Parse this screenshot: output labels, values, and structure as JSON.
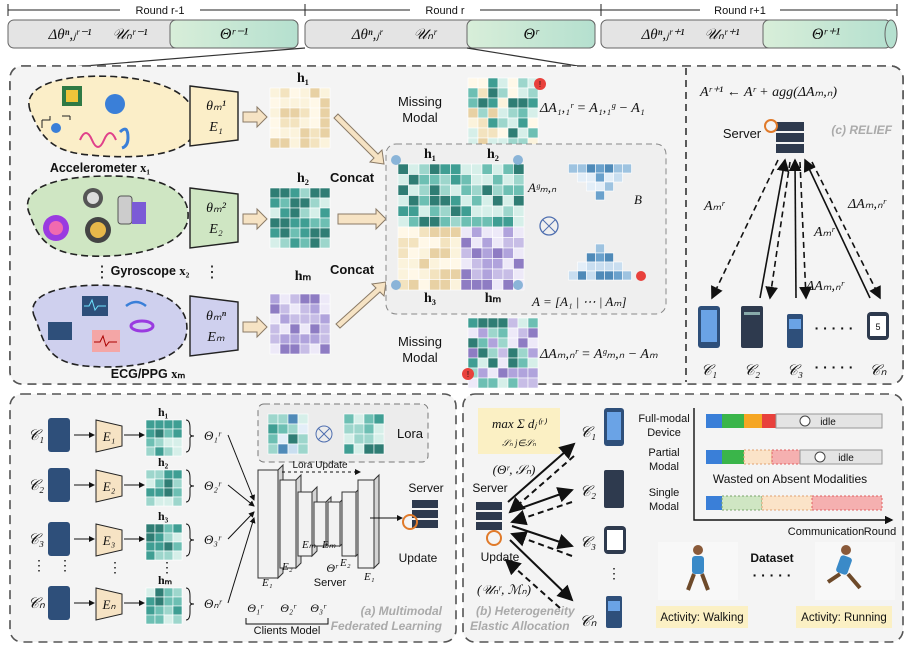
{
  "timeline": {
    "rounds": [
      "Round r-1",
      "Round r",
      "Round r+1"
    ],
    "segments": [
      {
        "delta": "Δθⁿ,ⱼʳ⁻¹",
        "u": "𝒰ₙʳ⁻¹",
        "theta": "Θʳ⁻¹"
      },
      {
        "delta": "Δθⁿ,ⱼʳ",
        "u": "𝒰ₙʳ",
        "theta": "Θʳ"
      },
      {
        "delta": "Δθⁿ,ⱼʳ⁺¹",
        "u": "𝒰ₙʳ⁺¹",
        "theta": "Θʳ⁺¹"
      }
    ]
  },
  "top_panel": {
    "sensors": [
      {
        "label": "Accelerometer",
        "var": "x₁",
        "theta": "θₘ¹",
        "enc": "E₁",
        "h": "h₁"
      },
      {
        "label": "Gyroscope",
        "var": "x₂",
        "theta": "θₘ²",
        "enc": "E₂",
        "h": "h₂"
      },
      {
        "label": "ECG/PPG",
        "var": "xₘ",
        "theta": "θₘⁿ",
        "enc": "Eₘ",
        "h": "hₘ"
      }
    ],
    "concat_label": "Concat",
    "missing_modal": "Missing Modal",
    "matrix_labels": {
      "h1": "h₁",
      "h2": "h₂",
      "h3": "h₃",
      "hm": "hₘ",
      "amg": "Aᵍₘ,ₙ",
      "b": "B"
    },
    "eq_top": "ΔA₁,₁ʳ = A₁,₁ᵍ − A₁",
    "eq_bottom": "ΔAₘ,ₙʳ = Aᵍₘ,ₙ − Aₘ",
    "eq_a": "A = [A₁ | ⋯ | Aₘ]"
  },
  "relief": {
    "title": "(c) RELIEF",
    "update_eq": "Aʳ⁺¹ ← Aʳ + agg(ΔAₘ,ₙ)",
    "server": "Server",
    "arrow_labels": [
      "Aₘʳ",
      "Aₘʳ",
      "ΔAₘ,ₙʳ",
      "ΔAₘ,ₙʳ"
    ],
    "clients": [
      "𝒞₁",
      "𝒞₂",
      "𝒞₃",
      "𝒞ₙ"
    ],
    "dots": "· · · · ·"
  },
  "panel_a": {
    "title_line1": "(a) Multimodal",
    "title_line2": "Federated Learning",
    "clients": [
      "𝒞₁",
      "𝒞₂",
      "𝒞₃",
      "𝒞ₙ"
    ],
    "encoders": [
      "E₁",
      "E₂",
      "E₃",
      "Eₙ"
    ],
    "hs": [
      "h₁",
      "h₂",
      "h₃",
      "hₘ"
    ],
    "thetas": [
      "Θ₁ʳ",
      "Θ₂ʳ",
      "Θ₃ʳ",
      "Θₙʳ"
    ],
    "lora": "Lora",
    "lora_update": "Lora Update",
    "server": "Server",
    "update": "Update",
    "clients_model": "Clients Model",
    "unet_left": [
      "E₁",
      "E₂",
      "Eₘ"
    ],
    "unet_right": [
      "Eₘ",
      "E₂",
      "E₁"
    ],
    "theta_bottom": [
      "Θ₁ʳ",
      "Θ₂ʳ",
      "Θ₃ʳ"
    ],
    "server_theta": "Θʳ"
  },
  "panel_b": {
    "title_line1": "(b) Heterogeneity",
    "title_line2": "Elastic Allocation",
    "objective": "max Σ dⱼ⁽ʳ⁾",
    "objective_sub": "𝒮ₙ   j∈𝒮ₙ",
    "server_pair": "(Θʳ, 𝒮ₙ)",
    "server": "Server",
    "update": "Update",
    "client_pair": "(𝒰ₙʳ, ℳₙ)",
    "clients": [
      "𝒞₁",
      "𝒞₂",
      "𝒞₃",
      "𝒞ₙ"
    ]
  },
  "timing": {
    "rows": [
      {
        "label1": "Full-modal",
        "label2": "Device",
        "idle": "idle"
      },
      {
        "label1": "Partial",
        "label2": "Modal",
        "idle": "idle"
      },
      {
        "label1": "Single",
        "label2": "Modal",
        "idle": ""
      }
    ],
    "wasted": "Wasted on Absent Modalities",
    "x_label": "Communication",
    "x_label2": "Round",
    "dataset": "Dataset",
    "activities": [
      "Activity: Walking",
      "Activity: Running"
    ]
  },
  "colors": {
    "teal": "#3f9e93",
    "teal_light": "#9dd6cc",
    "purple": "#8e7cc3",
    "beige": "#f3e3bf",
    "yellow_bg": "#fbf3d3",
    "blue_bg": "#c9d8f0",
    "green_bg": "#cfe6c3"
  }
}
